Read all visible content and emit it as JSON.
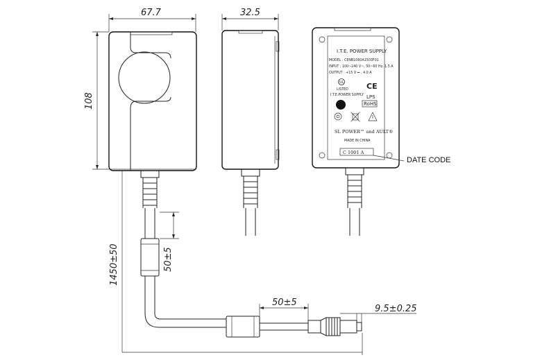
{
  "dimensions": {
    "width": "67.7",
    "depth": "32.5",
    "height": "108",
    "cable_length": "1450±50",
    "ferrite_distance": "50±5",
    "plug_ferrite_distance": "50±5",
    "plug_diameter": "9.5±0.25"
  },
  "label": {
    "title": "I.T.E. POWER SUPPLY",
    "model": "MODEL : CENB1060A1503F01",
    "input": "INPUT : 100~240 V~, 50~60 Hz, 1.5 A",
    "output": "OUTPUT : +15 V ⎓ , 4.0 A",
    "ce_mark": "CE",
    "ul_text": "LISTED",
    "ul_sub": "I.T.E.POWER SUPPLY",
    "lps": "LPS",
    "rohs": "RoHS",
    "brand": "SL POWER™ and AULT®",
    "made_in": "MADE IN CHINA",
    "date_code": "C   1001   A"
  },
  "callout": {
    "date_code": "DATE CODE"
  }
}
